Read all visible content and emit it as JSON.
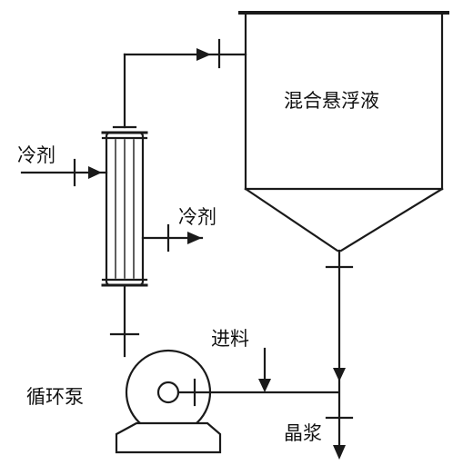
{
  "labels": {
    "tank": "混合悬浮液",
    "coolant_in": "冷剂",
    "coolant_out": "冷剂",
    "feed": "进料",
    "pump": "循环泵",
    "slurry": "晶浆"
  },
  "colors": {
    "line": "#1a1a1a",
    "pump_fill": "#ffffff",
    "background": "#ffffff"
  },
  "icons": {
    "flow_arrow": "filled-triangle-arrowhead",
    "valve": "pipe-flange-tick"
  }
}
